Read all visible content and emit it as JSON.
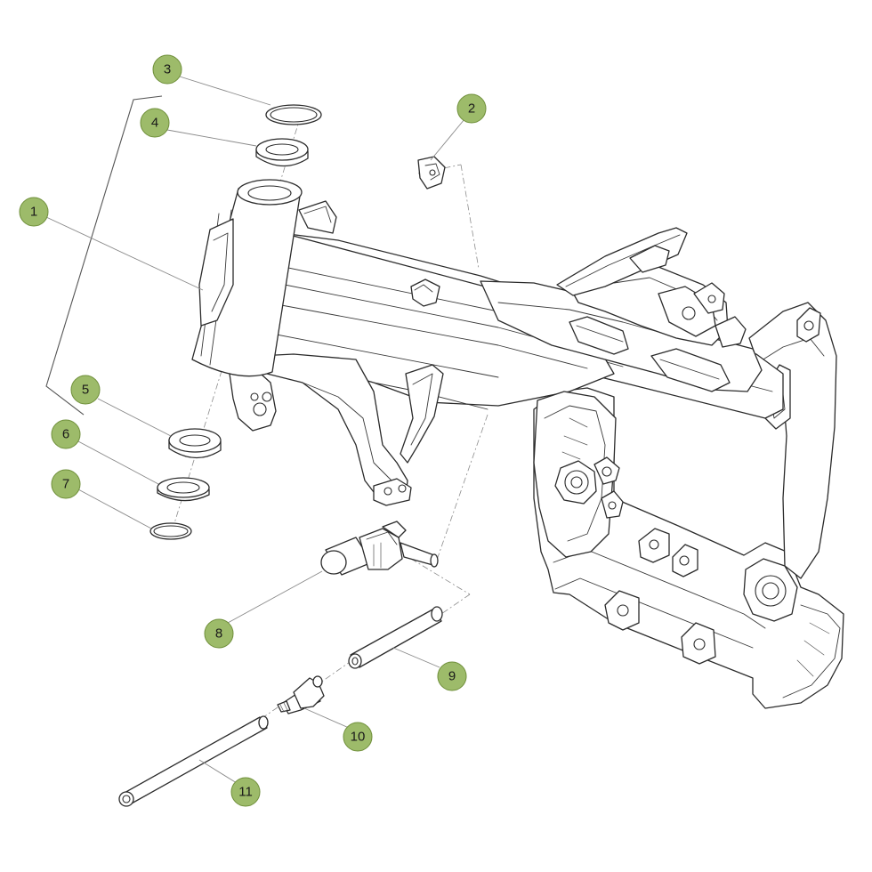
{
  "colors": {
    "callout_fill": "#9dbb6a",
    "callout_text": "#1a1a1a",
    "line_art": "#2b2b2b",
    "leader": "#8a8a8a"
  },
  "callouts": [
    {
      "id": "1",
      "label": "1"
    },
    {
      "id": "2",
      "label": "2"
    },
    {
      "id": "3",
      "label": "3"
    },
    {
      "id": "4",
      "label": "4"
    },
    {
      "id": "5",
      "label": "5"
    },
    {
      "id": "6",
      "label": "6"
    },
    {
      "id": "7",
      "label": "7"
    },
    {
      "id": "8",
      "label": "8"
    },
    {
      "id": "9",
      "label": "9"
    },
    {
      "id": "10",
      "label": "10"
    },
    {
      "id": "11",
      "label": "11"
    }
  ]
}
